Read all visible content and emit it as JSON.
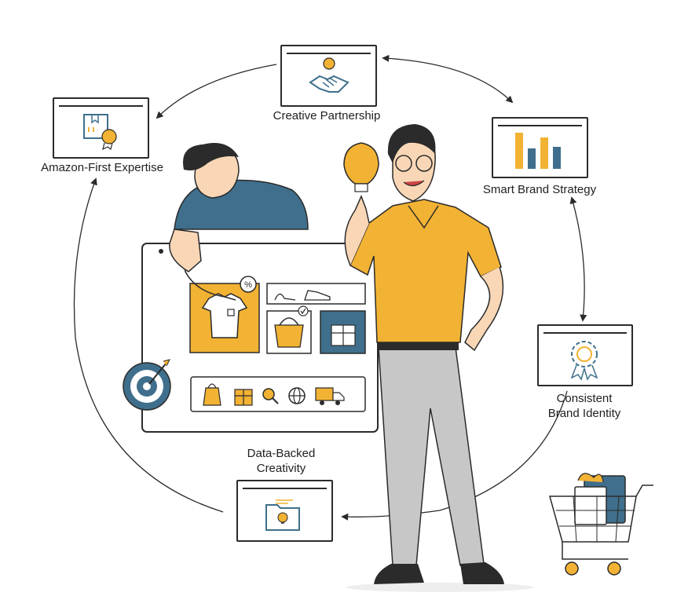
{
  "nodes": {
    "creative_partnership": "Creative Partnership",
    "amazon_first_expertise": "Amazon-First Expertise",
    "smart_brand_strategy": "Smart Brand Strategy",
    "consistent_brand_identity_line1": "Consistent",
    "consistent_brand_identity_line2": "Brand Identity",
    "data_backed_creativity_line1": "Data-Backed",
    "data_backed_creativity_line2": "Creativity"
  },
  "colors": {
    "accent_yellow": "#f2b233",
    "accent_teal": "#3f6f8c",
    "outline": "#2b2b2b",
    "pants_gray": "#c7c7c7"
  },
  "icons": [
    "handshake-icon",
    "lightbulb-icon",
    "certificate-icon",
    "bar-chart-icon",
    "ribbon-badge-icon",
    "folder-icon",
    "shopping-bag-icon",
    "gift-icon",
    "magnifier-icon",
    "globe-icon",
    "delivery-truck-icon",
    "target-icon",
    "shopping-cart-icon",
    "discount-tag-icon",
    "shoe-icon",
    "handbag-icon",
    "shirt-icon"
  ]
}
